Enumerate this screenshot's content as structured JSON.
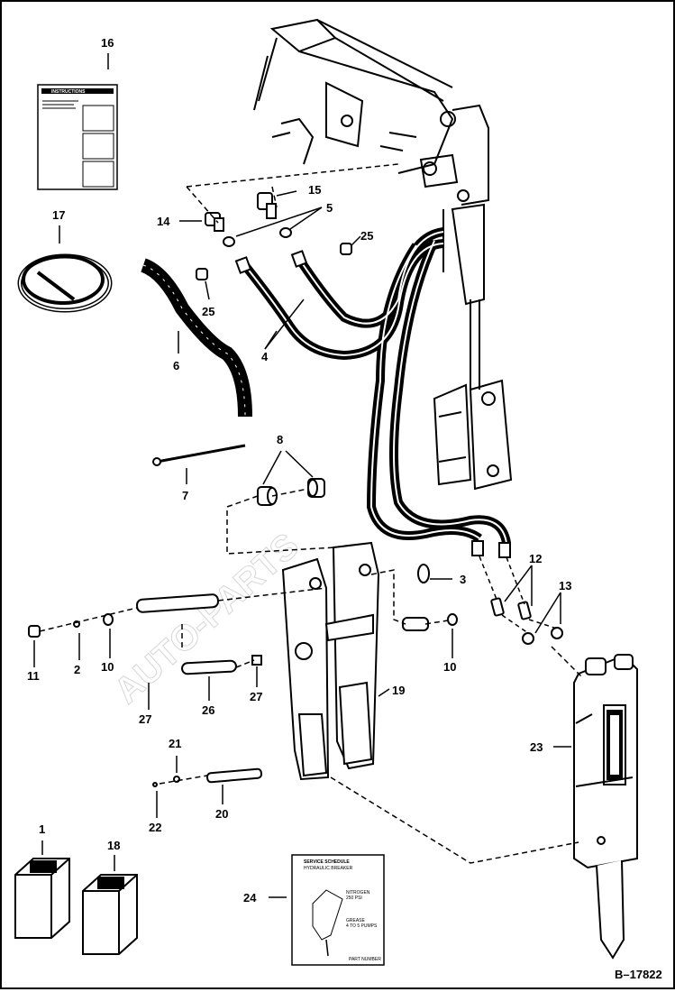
{
  "diagram": {
    "document_id": "B–17822",
    "watermark": "AUTO-PARTS",
    "callouts": {
      "c1": "1",
      "c2": "2",
      "c3": "3",
      "c4": "4",
      "c5": "5",
      "c6": "6",
      "c7": "7",
      "c8": "8",
      "c10a": "10",
      "c10b": "10",
      "c11": "11",
      "c12": "12",
      "c13": "13",
      "c14": "14",
      "c15": "15",
      "c16": "16",
      "c17": "17",
      "c18": "18",
      "c19": "19",
      "c20": "20",
      "c21": "21",
      "c22": "22",
      "c23": "23",
      "c24": "24",
      "c25a": "25",
      "c25b": "25",
      "c26": "26",
      "c27a": "27",
      "c27b": "27"
    },
    "decal_16": {
      "title": "INSTRUCTIONS"
    },
    "decal_24": {
      "title": "SERVICE SCHEDULE",
      "subtitle": "HYDRAULIC BREAKER",
      "nitrogen_line1": "NITROGEN",
      "nitrogen_line2": "250 PSI",
      "grease_line1": "GREASE",
      "grease_line2": "4 TO 5 PUMPS",
      "footer": "PART NUMBER"
    }
  }
}
